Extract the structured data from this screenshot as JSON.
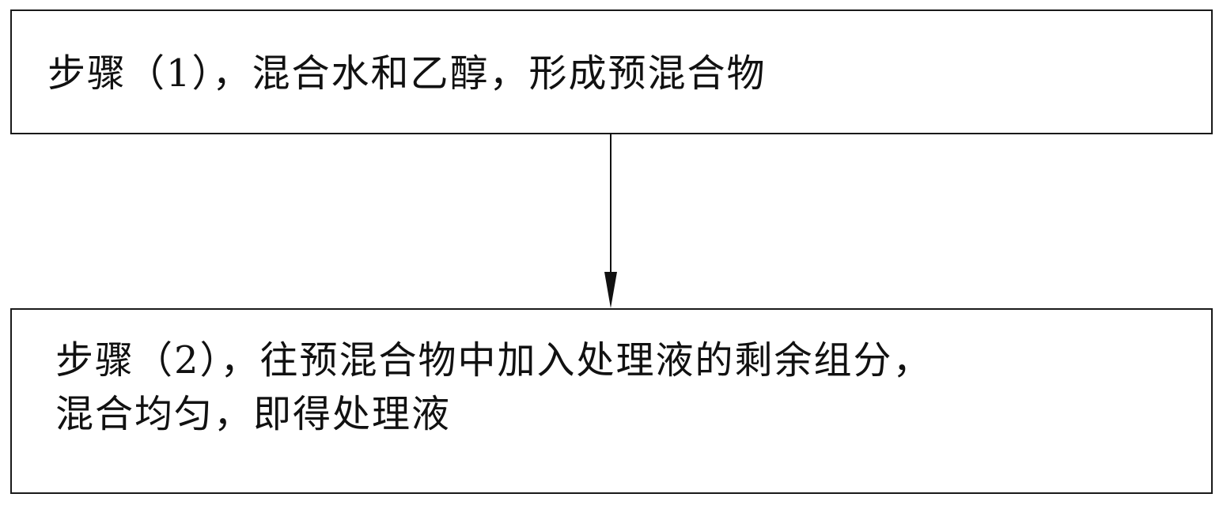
{
  "steps": [
    {
      "text": "步骤（1），混合水和乙醇，形成预混合物"
    },
    {
      "line1": "步骤（2），往预混合物中加入处理液的剩余组分，",
      "line2": "混合均匀，即得处理液"
    }
  ],
  "colors": {
    "border": "#1a1a1a",
    "text": "#111111",
    "arrow": "#111111"
  }
}
